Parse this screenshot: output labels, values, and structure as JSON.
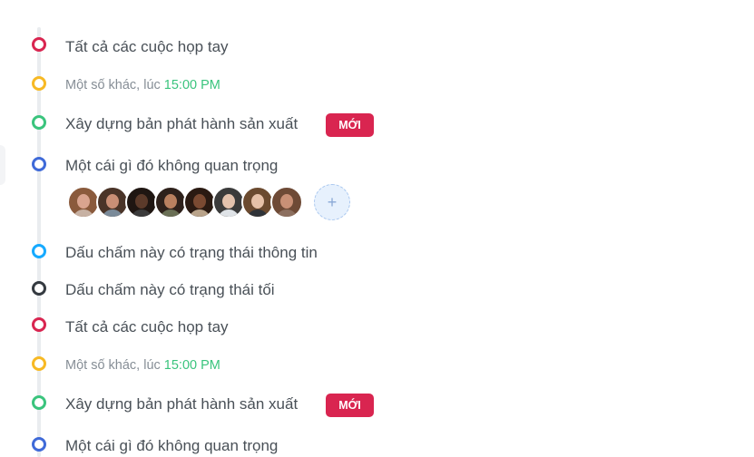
{
  "timeline": {
    "items": [
      {
        "title": "Tất cả các cuộc họp tay",
        "dot_color": "#d92550"
      },
      {
        "title": "Một số khác, lúc",
        "time": "15:00 PM",
        "dot_color": "#f7b924"
      },
      {
        "title": "Xây dựng bản phát hành sản xuất",
        "badge": "MỚI",
        "dot_color": "#3ac47d"
      },
      {
        "title": "Một cái gì đó không quan trọng",
        "dot_color": "#3f6ad8"
      },
      {
        "title": "Dấu chấm này có trạng thái thông tin",
        "dot_color": "#16aaff"
      },
      {
        "title": "Dấu chấm này có trạng thái tối",
        "dot_color": "#343a40"
      },
      {
        "title": "Tất cả các cuộc họp tay",
        "dot_color": "#d92550"
      },
      {
        "title": "Một số khác, lúc",
        "time": "15:00 PM",
        "dot_color": "#f7b924"
      },
      {
        "title": "Xây dựng bản phát hành sản xuất",
        "badge": "MỚI",
        "dot_color": "#3ac47d"
      },
      {
        "title": "Một cái gì đó không quan trọng",
        "dot_color": "#3f6ad8"
      }
    ],
    "avatars": [
      {
        "skin": "#d9a48f",
        "hair": "#8a5a3c",
        "shirt": "#c7b1a3"
      },
      {
        "skin": "#c98f76",
        "hair": "#4a3428",
        "shirt": "#7a8a99"
      },
      {
        "skin": "#5b3a2a",
        "hair": "#1f1612",
        "shirt": "#3b3b3b"
      },
      {
        "skin": "#b9805f",
        "hair": "#2e211b",
        "shirt": "#6a6f55"
      },
      {
        "skin": "#7a4a32",
        "hair": "#2a1a12",
        "shirt": "#b9a38a"
      },
      {
        "skin": "#e3c2ad",
        "hair": "#3b3b3b",
        "shirt": "#dfe3e7"
      },
      {
        "skin": "#e6c1a8",
        "hair": "#6b4a2f",
        "shirt": "#2f3338"
      },
      {
        "skin": "#c99076",
        "hair": "#6e4a36",
        "shirt": "#8c6f5f"
      }
    ],
    "add_label": "+"
  }
}
